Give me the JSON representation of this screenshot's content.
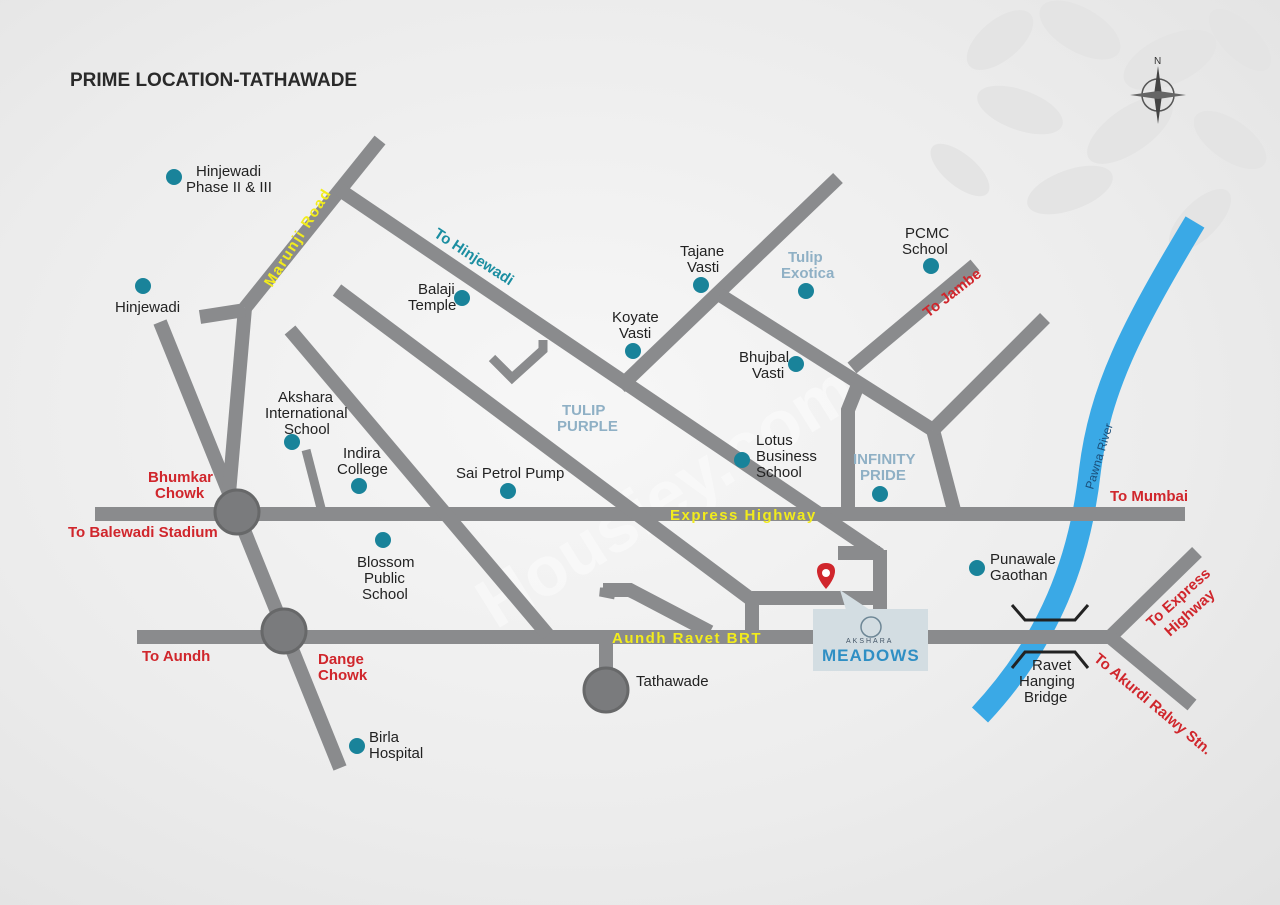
{
  "title": "PRIME LOCATION-TATHAWADE",
  "watermark": "Housiey.com",
  "colors": {
    "road": "#8a8b8d",
    "poi_dot": "#19839a",
    "direction_text": "#d0262c",
    "road_name_text": "#f2ec1c",
    "river": "#3aa9e6",
    "project_text": "#8fb0c5",
    "marker": "#d0262c"
  },
  "roads": {
    "express_highway": "Express Highway",
    "aundh_ravet_brt": "Aundh Ravet BRT",
    "marunji_road": "Marunji Road",
    "to_hinjewadi": "To Hinjewadi"
  },
  "directions": {
    "bhumkar_chowk_line1": "Bhumkar",
    "bhumkar_chowk_line2": "Chowk",
    "to_balewadi": "To Balewadi Stadium",
    "to_aundh": "To Aundh",
    "dange_chowk_line1": "Dange",
    "dange_chowk_line2": "Chowk",
    "to_mumbai": "To Mumbai",
    "to_jambe": "To Jambe",
    "to_express_line1": "To Express",
    "to_express_line2": "Highway",
    "to_akurdi": "To Akurdi Ralwy Stn."
  },
  "pois": {
    "hinjewadi_phase_l1": "Hinjewadi",
    "hinjewadi_phase_l2": "Phase II & III",
    "hinjewadi": "Hinjewadi",
    "balaji_l1": "Balaji",
    "balaji_l2": "Temple",
    "akshara_l1": "Akshara",
    "akshara_l2": "International",
    "akshara_l3": "School",
    "indira_l1": "Indira",
    "indira_l2": "College",
    "sai_petrol": "Sai Petrol Pump",
    "blossom_l1": "Blossom",
    "blossom_l2": "Public",
    "blossom_l3": "School",
    "birla_l1": "Birla",
    "birla_l2": "Hospital",
    "tathawade": "Tathawade",
    "tajane_l1": "Tajane",
    "tajane_l2": "Vasti",
    "koyate_l1": "Koyate",
    "koyate_l2": "Vasti",
    "bhujbal_l1": "Bhujbal",
    "bhujbal_l2": "Vasti",
    "lotus_l1": "Lotus",
    "lotus_l2": "Business",
    "lotus_l3": "School",
    "pcmc_l1": "PCMC",
    "pcmc_l2": "School",
    "punawale_l1": "Punawale",
    "punawale_l2": "Gaothan",
    "ravet_l1": "Ravet",
    "ravet_l2": "Hanging",
    "ravet_l3": "Bridge"
  },
  "projects": {
    "tulip_exotica_l1": "Tulip",
    "tulip_exotica_l2": "Exotica",
    "tulip_purple_l1": "TULIP",
    "tulip_purple_l2": "PURPLE",
    "infinity_l1": "INFINITY",
    "infinity_l2": "PRIDE"
  },
  "river": "Pawna River",
  "highlight": {
    "brand_small": "AKSHARA",
    "brand_main": "MEADOWS"
  },
  "compass": {
    "north": "N"
  }
}
